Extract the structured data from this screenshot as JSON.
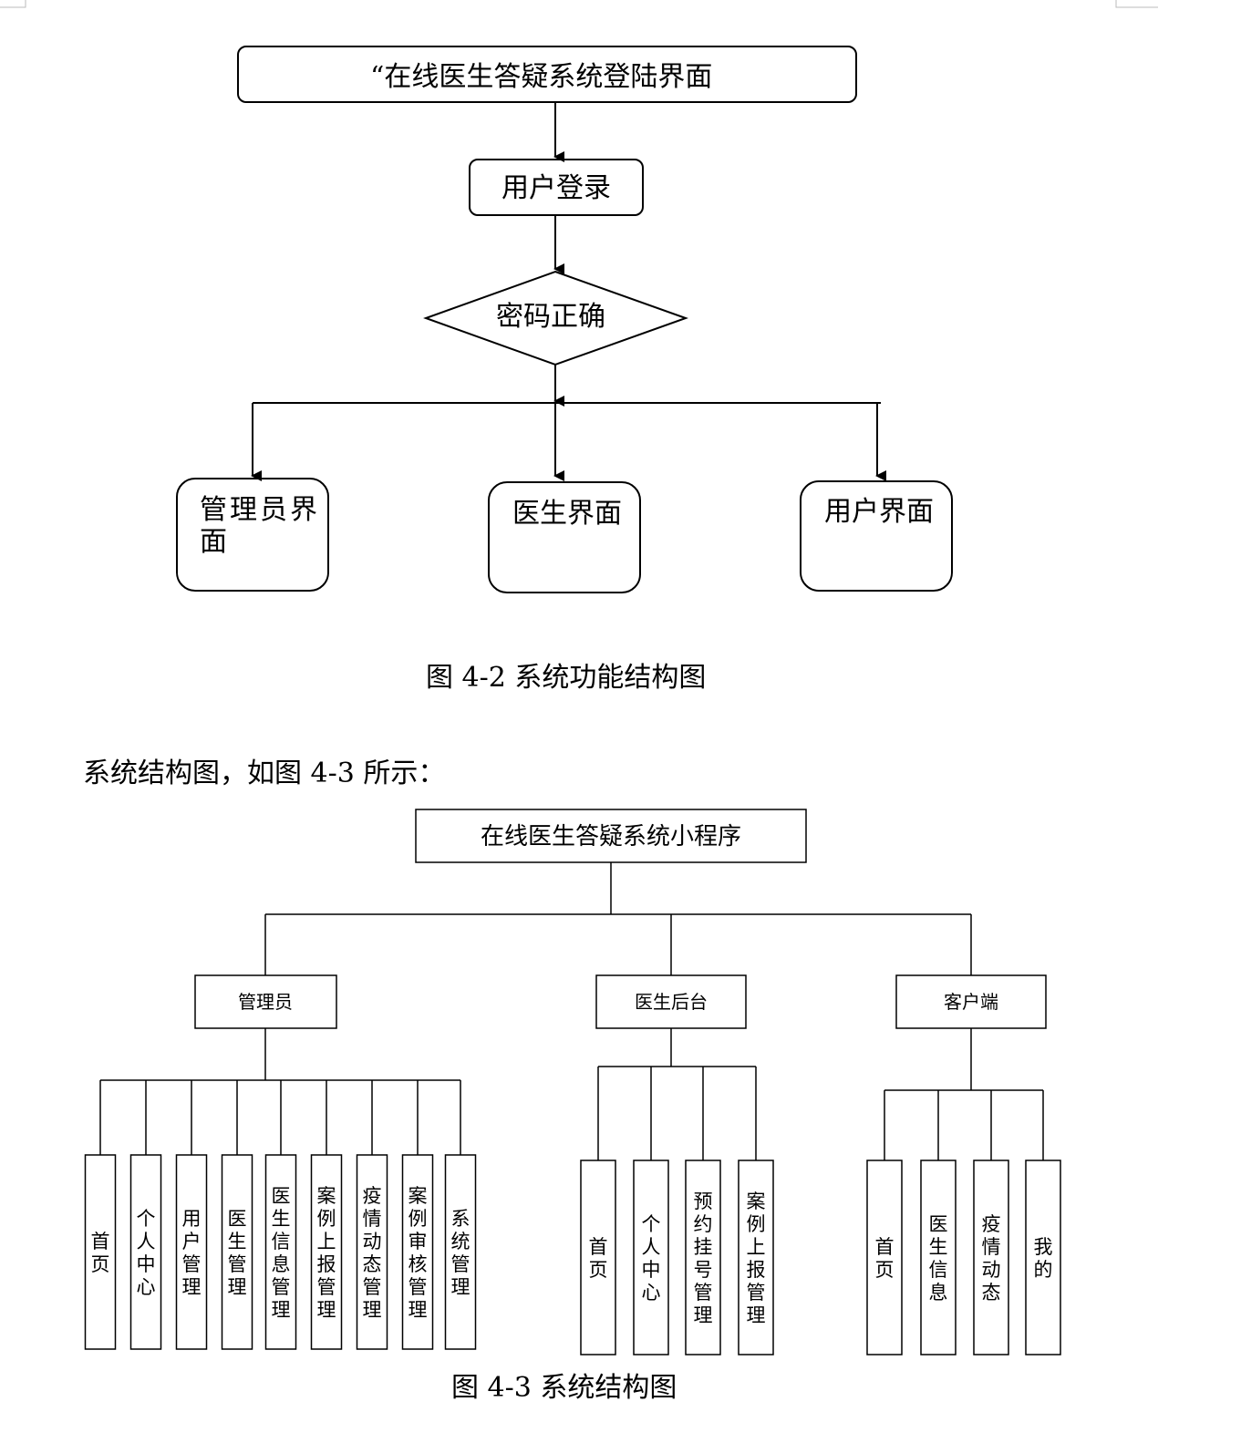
{
  "flowchart": {
    "start": "“在线医生答疑系统登陆界面",
    "login": "用户登录",
    "decision": "密码正确",
    "admin_line1": "管理员界",
    "admin_line2": "面",
    "doctor": "医生界面",
    "user": "用户界面"
  },
  "caption1": "图 4-2 系统功能结构图",
  "paragraph": "系统结构图，如图 4-3 所示：",
  "structure": {
    "root": "在线医生答疑系统小程序",
    "groups": [
      {
        "label": "管理员",
        "children": [
          "首页",
          "个人中心",
          "用户管理",
          "医生管理",
          "医生信息管理",
          "案例上报管理",
          "疫情动态管理",
          "案例审核管理",
          "系统管理"
        ]
      },
      {
        "label": "医生后台",
        "children": [
          "首页",
          "个人中心",
          "预约挂号管理",
          "案例上报管理"
        ]
      },
      {
        "label": "客户端",
        "children": [
          "首页",
          "医生信息",
          "疫情动态",
          "我的"
        ]
      }
    ]
  },
  "caption2": "图 4-3  系统结构图"
}
